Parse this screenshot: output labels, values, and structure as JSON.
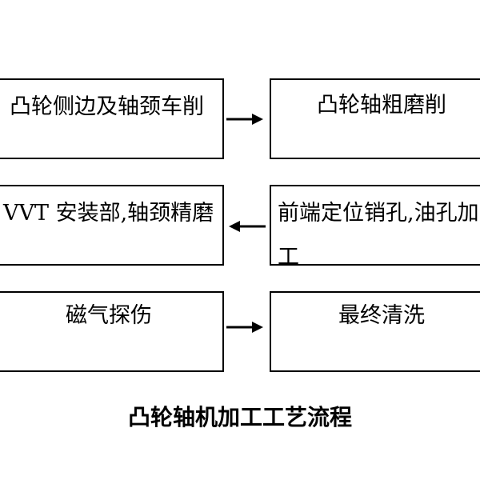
{
  "diagram": {
    "steps": {
      "row1_left": "凸轮侧边及轴颈车削",
      "row1_right": "凸轮轴粗磨削",
      "row2_left": "VVT 安装部,轴颈精磨",
      "row2_right": "前端定位销孔,油孔加工",
      "row3_left": "磁气探伤",
      "row3_right": "最终清洗"
    },
    "caption": "凸轮轴机加工工艺流程"
  },
  "colors": {
    "line": "#000000",
    "background": "#ffffff"
  },
  "icons": [
    "arrow-right-icon",
    "arrow-left-icon"
  ]
}
